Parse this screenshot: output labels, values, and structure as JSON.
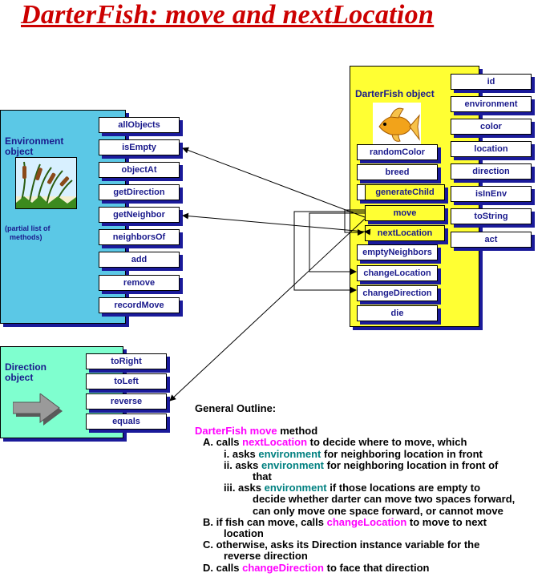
{
  "title": "DarterFish: move and nextLocation",
  "environment": {
    "label_line1": "Environment",
    "label_line2": "object",
    "note_line1": "(partial list of",
    "note_line2": "methods)",
    "methods": [
      "allObjects",
      "isEmpty",
      "objectAt",
      "getDirection",
      "getNeighbor",
      "neighborsOf",
      "add",
      "remove",
      "recordMove"
    ]
  },
  "direction": {
    "label_line1": "Direction",
    "label_line2": "object",
    "methods": [
      "toRight",
      "toLeft",
      "reverse",
      "equals"
    ]
  },
  "darterfish": {
    "label": "DarterFish object",
    "left_methods": [
      "randomColor",
      "breed",
      "generateChild",
      "move",
      "nextLocation",
      "emptyNeighbors",
      "changeLocation",
      "changeDirection",
      "die"
    ],
    "right_methods": [
      "id",
      "environment",
      "color",
      "location",
      "direction",
      "isInEnv",
      "toString",
      "act"
    ]
  },
  "outline": {
    "heading": "General Outline:",
    "method_line": {
      "a": "DarterFish move",
      "b": " method"
    },
    "A": {
      "pre": "A.   calls ",
      "hl": "nextLocation",
      "post": " to decide where to move, which"
    },
    "i": {
      "pre": "i.   asks ",
      "hl": "environment",
      "post": " for neighboring location in front"
    },
    "ii": {
      "pre": "ii.  asks ",
      "hl": "environment",
      "post": " for neighboring location in front of",
      "cont": "that"
    },
    "iii": {
      "pre": "iii. asks ",
      "hl": "environment",
      "post": " if those locations are empty to",
      "cont1": "decide whether darter can move two spaces forward,",
      "cont2": "can only move one space forward, or cannot move"
    },
    "B": {
      "pre": "B.  if fish can move, calls ",
      "hl": "changeLocation",
      "post": " to move to next",
      "cont": "location"
    },
    "C": {
      "line1": "C.  otherwise, asks its Direction instance variable for the",
      "line2": "reverse direction"
    },
    "D": {
      "pre": "D.  calls ",
      "hl": "changeDirection",
      "post": " to face that direction"
    }
  },
  "colors": {
    "title": "#cc0000",
    "highlight": "#ff00ff",
    "teal": "#008080",
    "env_panel": "#5bc8e6",
    "dir_panel": "#7fffcf",
    "fish_panel": "#ffff33"
  }
}
